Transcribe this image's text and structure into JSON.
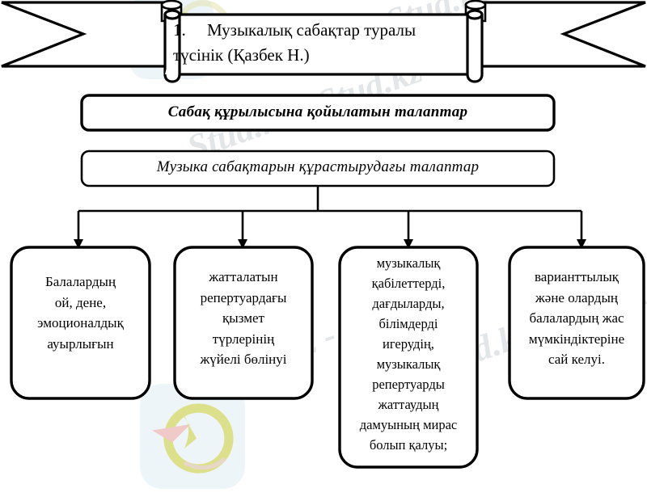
{
  "diagram": {
    "type": "hierarchy-flowchart",
    "language": "kk",
    "colors": {
      "stroke": "#000000",
      "fill": "#ffffff",
      "background": "#ffffff",
      "watermark_text": "#e3e6e8",
      "watermark_logo_green": "#dde08a",
      "watermark_logo_pink": "#f0c9c9",
      "watermark_logo_blue": "#e8f0f4"
    },
    "banner": {
      "number": "1.",
      "line1": "Музыкалық сабақтар туралы",
      "line2": "түсінік (Қазбек Н.)",
      "shape": "ribbon-banner-scroll"
    },
    "box_requirements": {
      "label": "Сабақ құрылысына қойылатын талаптар",
      "style": "bold-italic"
    },
    "box_subtitle": {
      "label": "Музыка  сабақтарын  құрастырудағы  талаптар",
      "style": "italic"
    },
    "leaves": [
      {
        "id": "leaf-1",
        "lines": [
          "Балалардың",
          "ой, дене,",
          "эмоционалдық",
          "ауырлығын"
        ]
      },
      {
        "id": "leaf-2",
        "lines": [
          "жатталатын",
          "репертуардағы",
          "қызмет",
          "түрлерінің",
          "жүйелі бөлінуі"
        ]
      },
      {
        "id": "leaf-3",
        "lines": [
          "музыкалық",
          "қабілеттерді,",
          "дағдыларды,",
          "білімдерді",
          "игерудің,",
          "музыкалық",
          "репертуарды",
          "жаттаудың",
          "дамуының мирас",
          "болып қалуы;"
        ]
      },
      {
        "id": "leaf-4",
        "lines": [
          "варианттылық",
          "және олардың",
          "балалардың жас",
          "мүмкіндіктеріне",
          "сай келуі."
        ]
      }
    ],
    "watermarks": [
      {
        "text": "Stud.kz - Stud.kz"
      },
      {
        "text": "Stud.kz - Stud.kz"
      },
      {
        "text": "Stud.kz - Stud.kz"
      },
      {
        "text": "Stud.kz - Stud.kz"
      }
    ]
  }
}
